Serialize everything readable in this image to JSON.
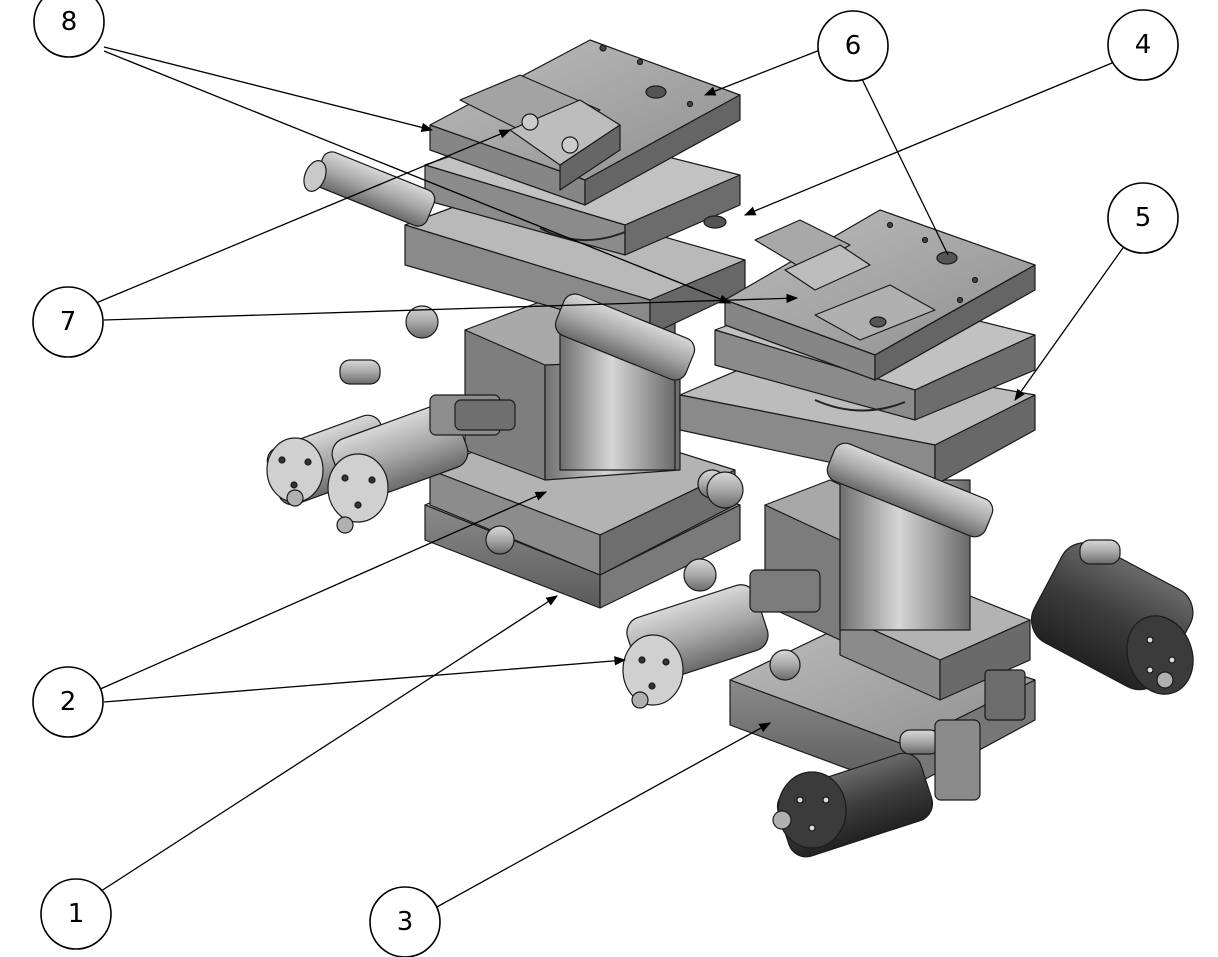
{
  "callouts": {
    "c1": "1",
    "c2": "2",
    "c3": "3",
    "c4": "4",
    "c5": "5",
    "c6": "6",
    "c7": "7",
    "c8": "8"
  },
  "colors": {
    "metal_light": "#c9c9c9",
    "metal_mid": "#9a9a9a",
    "metal_dark": "#5e5e5e",
    "knob_dark": "#3c3c3c",
    "line": "#000000"
  }
}
